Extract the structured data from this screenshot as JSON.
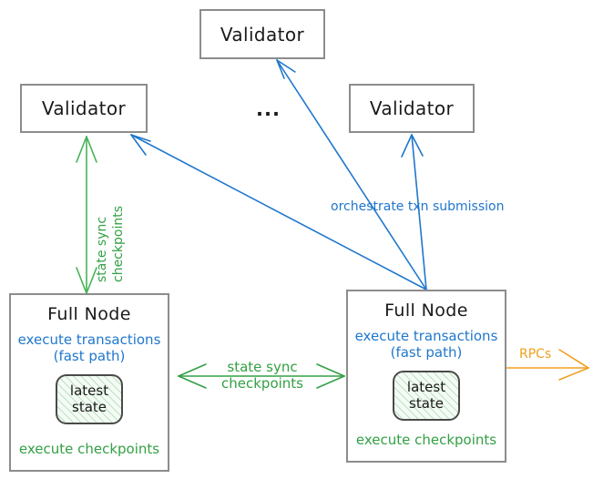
{
  "diagram": {
    "title": "Sui network topology: validators and full nodes",
    "colors": {
      "blue": "#2077cc",
      "green": "#33a044",
      "orange": "#f0a020",
      "box_border": "#8c8c8c",
      "text": "#1a1a1a"
    },
    "validators": [
      {
        "id": "validator-top",
        "label": "Validator"
      },
      {
        "id": "validator-left",
        "label": "Validator"
      },
      {
        "id": "validator-right",
        "label": "Validator"
      }
    ],
    "ellipsis": "...",
    "full_nodes": [
      {
        "id": "full-node-left",
        "title": "Full Node",
        "blue_line1": "execute transactions",
        "blue_line2": "(fast path)",
        "state_line1": "latest",
        "state_line2": "state",
        "green_label": "execute checkpoints"
      },
      {
        "id": "full-node-right",
        "title": "Full Node",
        "blue_line1": "execute transactions",
        "blue_line2": "(fast path)",
        "state_line1": "latest",
        "state_line2": "state",
        "green_label": "execute checkpoints"
      }
    ],
    "edge_labels": {
      "orchestrate": "orchestrate txn submission",
      "rpcs": "RPCs",
      "state_sync_vertical_line1": "state sync",
      "state_sync_vertical_line2": "checkpoints",
      "state_sync_mid_line1": "state sync",
      "state_sync_mid_line2": "checkpoints"
    }
  }
}
